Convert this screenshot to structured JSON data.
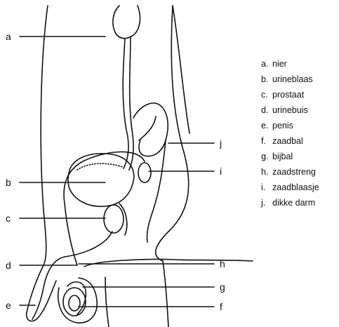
{
  "diagram": {
    "leaders": [
      {
        "key": "a"
      },
      {
        "key": "b"
      },
      {
        "key": "c"
      },
      {
        "key": "d"
      },
      {
        "key": "e"
      },
      {
        "key": "j"
      },
      {
        "key": "i"
      },
      {
        "key": "h"
      },
      {
        "key": "g"
      },
      {
        "key": "f"
      }
    ],
    "legend": [
      {
        "key": "a.",
        "text": "nier"
      },
      {
        "key": "b.",
        "text": "urineblaas"
      },
      {
        "key": "c.",
        "text": "prostaat"
      },
      {
        "key": "d.",
        "text": "urinebuis"
      },
      {
        "key": "e.",
        "text": "penis"
      },
      {
        "key": "f.",
        "text": "zaadbal"
      },
      {
        "key": "g.",
        "text": "bijbal"
      },
      {
        "key": "h.",
        "text": "zaadstreng"
      },
      {
        "key": "i.",
        "text": "zaadblaasje"
      },
      {
        "key": "j.",
        "text": "dikke darm"
      }
    ]
  }
}
